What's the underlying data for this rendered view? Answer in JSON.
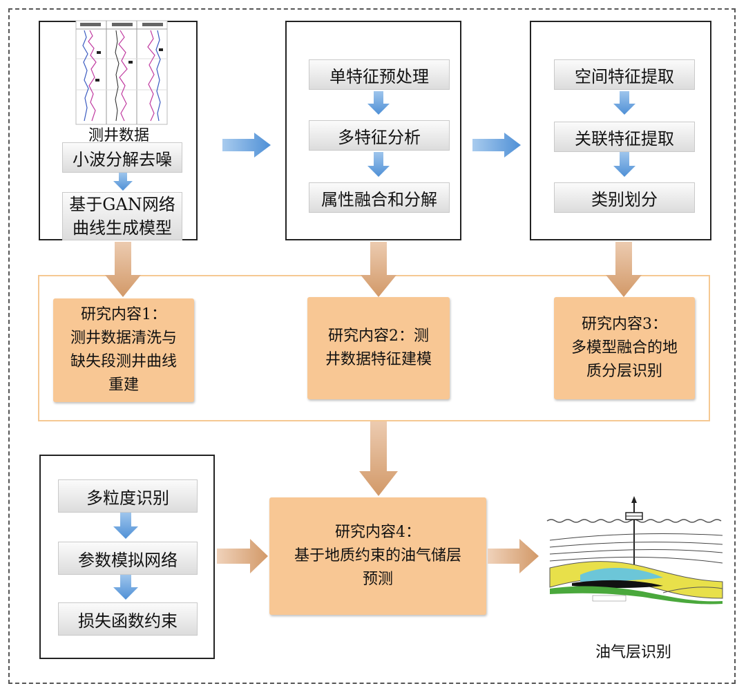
{
  "panel1": {
    "caption": "测井数据",
    "step1": "小波分解去噪",
    "step2": "基于GAN网络\n曲线生成模型"
  },
  "panel2": {
    "step1": "单特征预处理",
    "step2": "多特征分析",
    "step3": "属性融合和分解"
  },
  "panel3": {
    "step1": "空间特征提取",
    "step2": "关联特征提取",
    "step3": "类别划分"
  },
  "research": {
    "r1": "研究内容1：\n测井数据清洗与\n缺失段测井曲线\n重建",
    "r2": "研究内容2：测\n井数据特征建模",
    "r3": "研究内容3：\n多模型融合的地\n质分层识别",
    "r4": "研究内容4：\n基于地质约束的油气储层\n预测"
  },
  "panel4": {
    "step1": "多粒度识别",
    "step2": "参数模拟网络",
    "step3": "损失函数约束"
  },
  "result": {
    "caption": "油气层识别"
  },
  "colors": {
    "blue_arrow": "#5b9bd5",
    "orange_arrow": "#d9a57a",
    "orange_box": "#f8c794",
    "frame_border": "#f5c892"
  }
}
